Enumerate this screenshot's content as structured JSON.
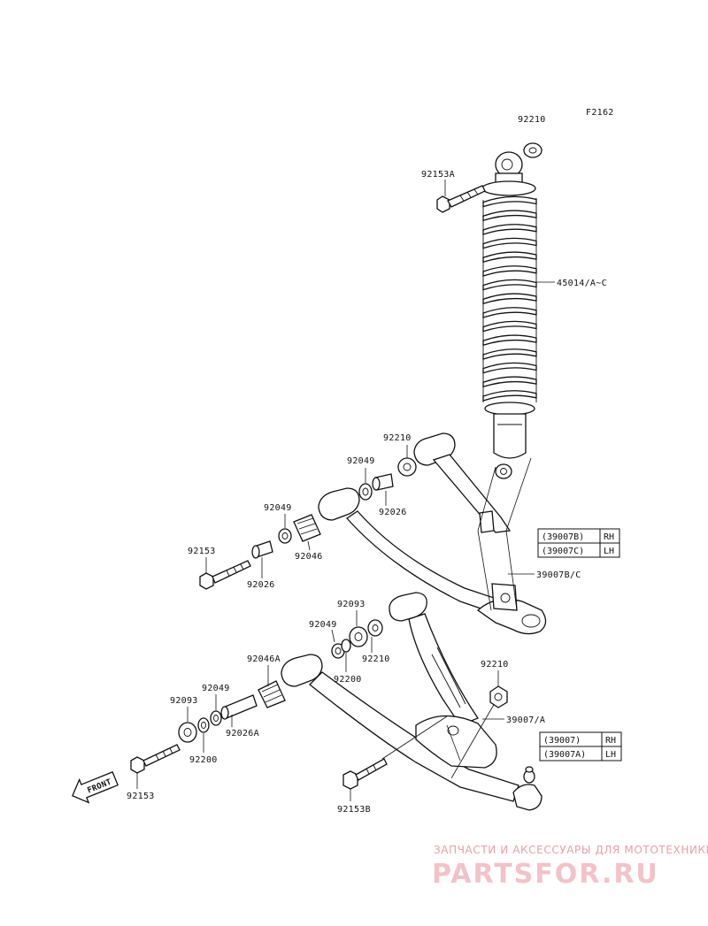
{
  "figure_code": "F2162",
  "labels": {
    "p92210_top": "92210",
    "p92153A": "92153A",
    "p45014": "45014/A~C",
    "p92210_upper": "92210",
    "p92049_upper_r": "92049",
    "p92026_upper_r": "92026",
    "p92049_upper_l": "92049",
    "p92046_upper": "92046",
    "p92153_upper": "92153",
    "p92026_upper_l": "92026",
    "p39007BC": "39007B/C",
    "p92093_lower_r": "92093",
    "p92049_lower_r": "92049",
    "p92210_lower_r": "92210",
    "p92046A": "92046A",
    "p92200_lower_r": "92200",
    "p92049_lower_l": "92049",
    "p92093_lower_l": "92093",
    "p92026A": "92026A",
    "p92200_lower_l": "92200",
    "p92153_lower": "92153",
    "p92210_lower_nut": "92210",
    "p39007A": "39007/A",
    "p92153B": "92153B"
  },
  "tables": {
    "upper": [
      {
        "part": "(39007B)",
        "side": "RH"
      },
      {
        "part": "(39007C)",
        "side": "LH"
      }
    ],
    "lower": [
      {
        "part": "(39007)",
        "side": "RH"
      },
      {
        "part": "(39007A)",
        "side": "LH"
      }
    ]
  },
  "front_arrow": "FRONT",
  "watermark": {
    "top": "ЗАПЧАСТИ И АКСЕССУАРЫ ДЛЯ МОТОТЕХНИКИ",
    "main": "PARTSFOR.RU"
  }
}
